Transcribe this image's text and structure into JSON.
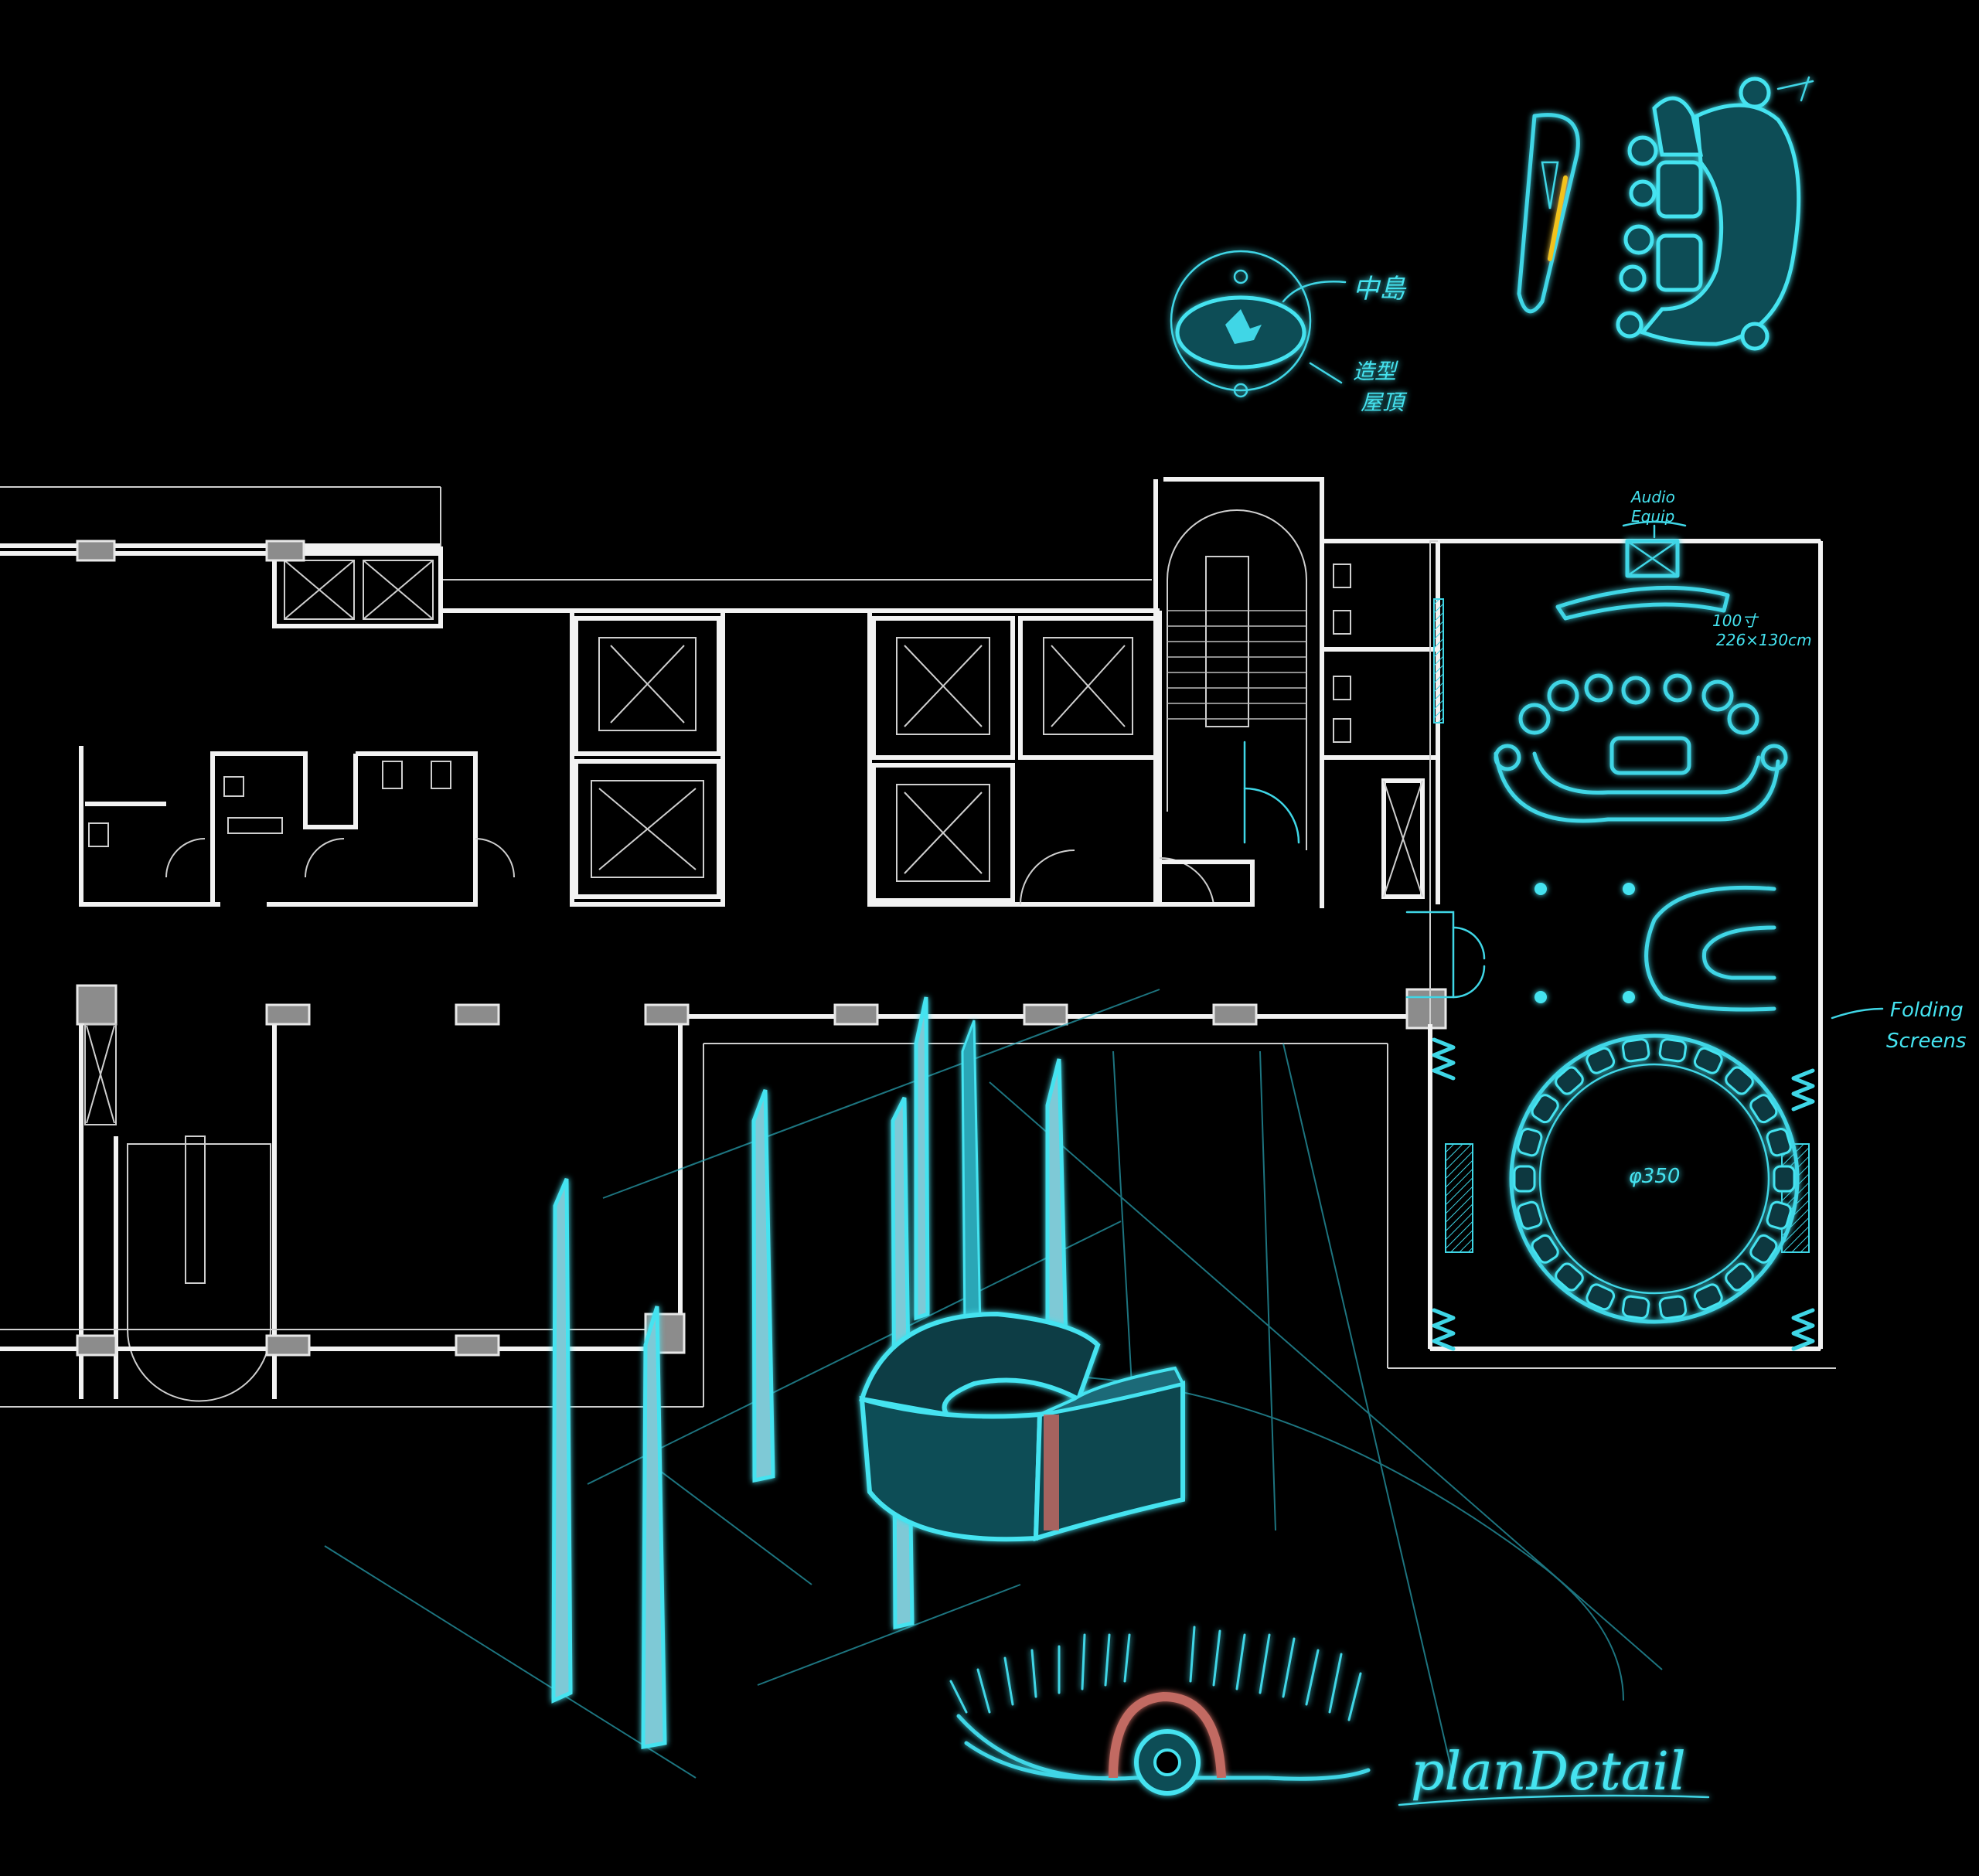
{
  "annotations": {
    "audio": "Audio",
    "equip": "Equip",
    "screen_size_1": "100寸",
    "screen_size_2": "226×130cm",
    "folding_1": "Folding",
    "folding_2": "Screens",
    "table_diameter": "φ350",
    "island_label": "中島",
    "ceiling_label_1": "造型",
    "ceiling_label_2": "屋頂",
    "plan_detail": "planDetail"
  },
  "colors": {
    "background": "#000000",
    "walls": "#f2f2f2",
    "columns": "#8c8c8c",
    "sketch_cyan": "#3fd6e6",
    "sketch_fill": "#0f4d57",
    "accent_red": "#c26a62",
    "accent_yellow": "#f2c21b"
  }
}
